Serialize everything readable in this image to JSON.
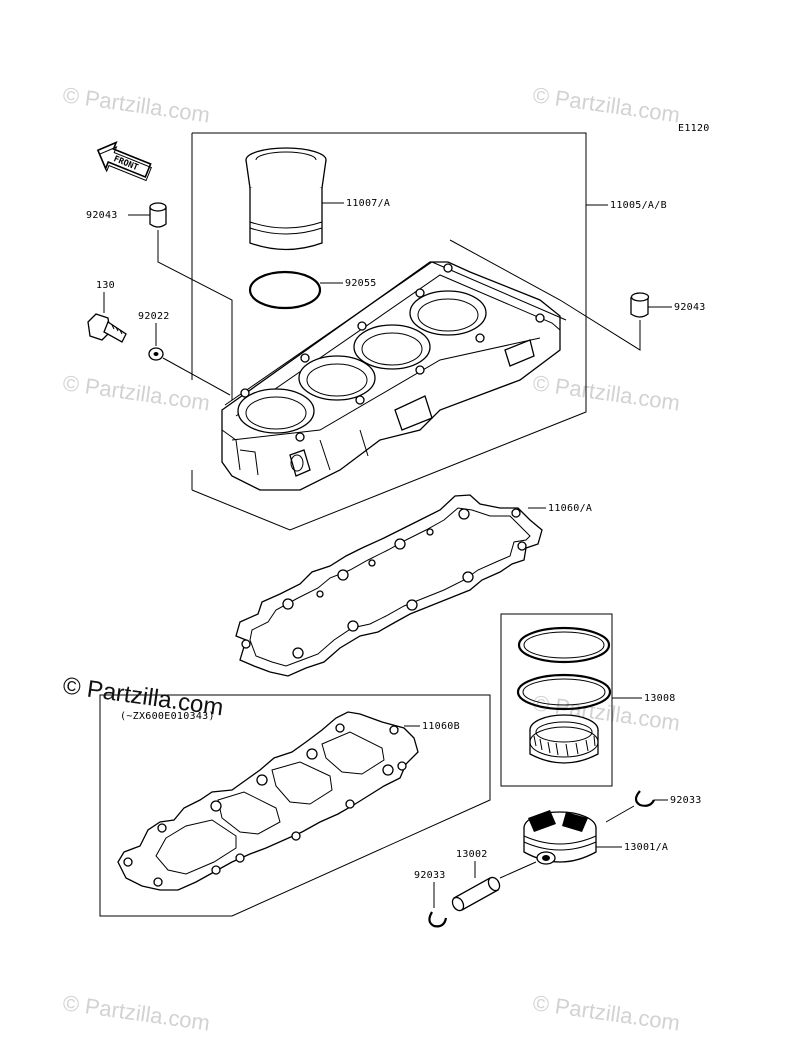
{
  "diagram": {
    "code": "E1120",
    "front_label": "FRONT",
    "note": "(~ZX600E010343)"
  },
  "labels": {
    "p11007": "11007/A",
    "p11005": "11005/A/B",
    "p92043_left": "92043",
    "p92043_right": "92043",
    "p130": "130",
    "p92022": "92022",
    "p92055": "92055",
    "p11060A": "11060/A",
    "p11060B": "11060B",
    "p13008": "13008",
    "p92033_right": "92033",
    "p13001": "13001/A",
    "p13002": "13002",
    "p92033_left": "92033"
  },
  "watermark": {
    "text": "© Partzilla.com",
    "text_bold": "© Partzilla.com"
  }
}
